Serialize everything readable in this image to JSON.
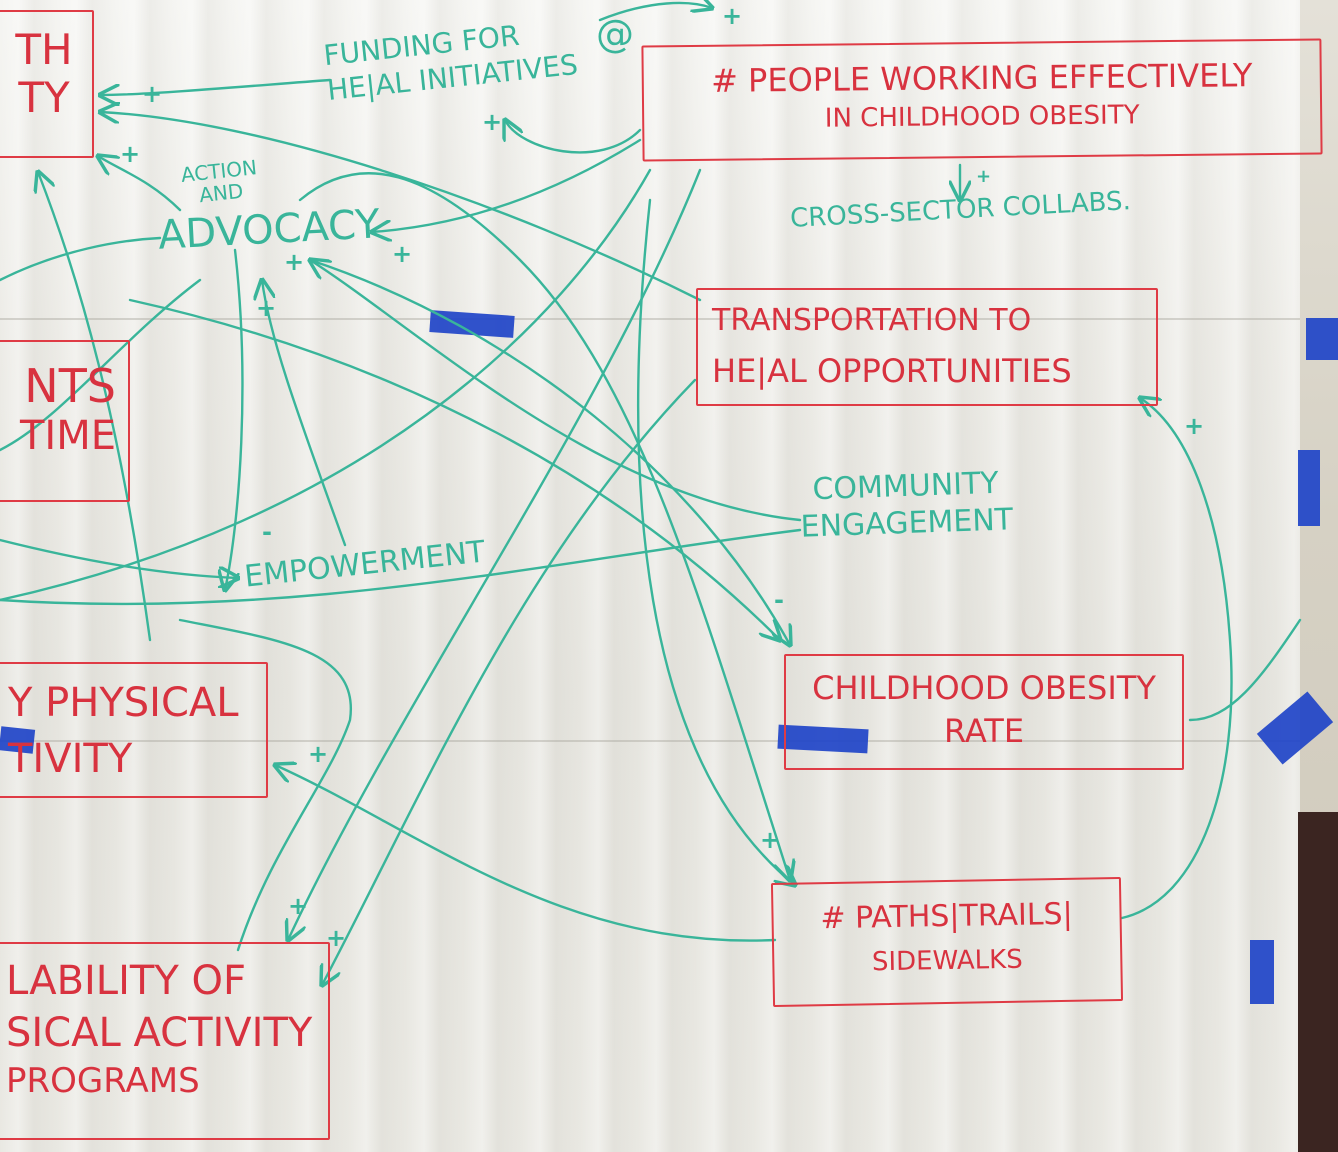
{
  "colors": {
    "box_border": "#df3b45",
    "box_text": "#d8323f",
    "connector": "#39b59a",
    "tape": "#1f44c8"
  },
  "boxes": {
    "health_equity": {
      "lines": [
        "TH",
        "TY"
      ]
    },
    "people_working": {
      "lines": [
        "# PEOPLE WORKING EFFECTIVELY",
        "IN CHILDHOOD OBESITY"
      ]
    },
    "parents_time": {
      "lines": [
        "NTS",
        "TIME"
      ]
    },
    "transportation": {
      "lines": [
        "TRANSPORTATION TO",
        "HE|AL OPPORTUNITIES"
      ]
    },
    "physical_activity": {
      "lines": [
        "Y PHYSICAL",
        "TIVITY"
      ]
    },
    "obesity_rate": {
      "lines": [
        "CHILDHOOD OBESITY",
        "RATE"
      ]
    },
    "paths_trails": {
      "lines": [
        "# PATHS|TRAILS|",
        "SIDEWALKS"
      ]
    },
    "availability_programs": {
      "lines": [
        "LABILITY OF",
        "SICAL ACTIVITY",
        "PROGRAMS"
      ]
    }
  },
  "labels": {
    "funding": [
      "FUNDING FOR",
      "HE|AL INITIATIVES"
    ],
    "funding_marker": "@",
    "action": [
      "ACTION",
      "AND"
    ],
    "advocacy": "ADVOCACY",
    "cross_sector": "CROSS-SECTOR COLLABS.",
    "community": [
      "COMMUNITY",
      "ENGAGEMENT"
    ],
    "empowerment": "EMPOWERMENT"
  },
  "polarity": {
    "plus": "+",
    "minus": "-"
  }
}
